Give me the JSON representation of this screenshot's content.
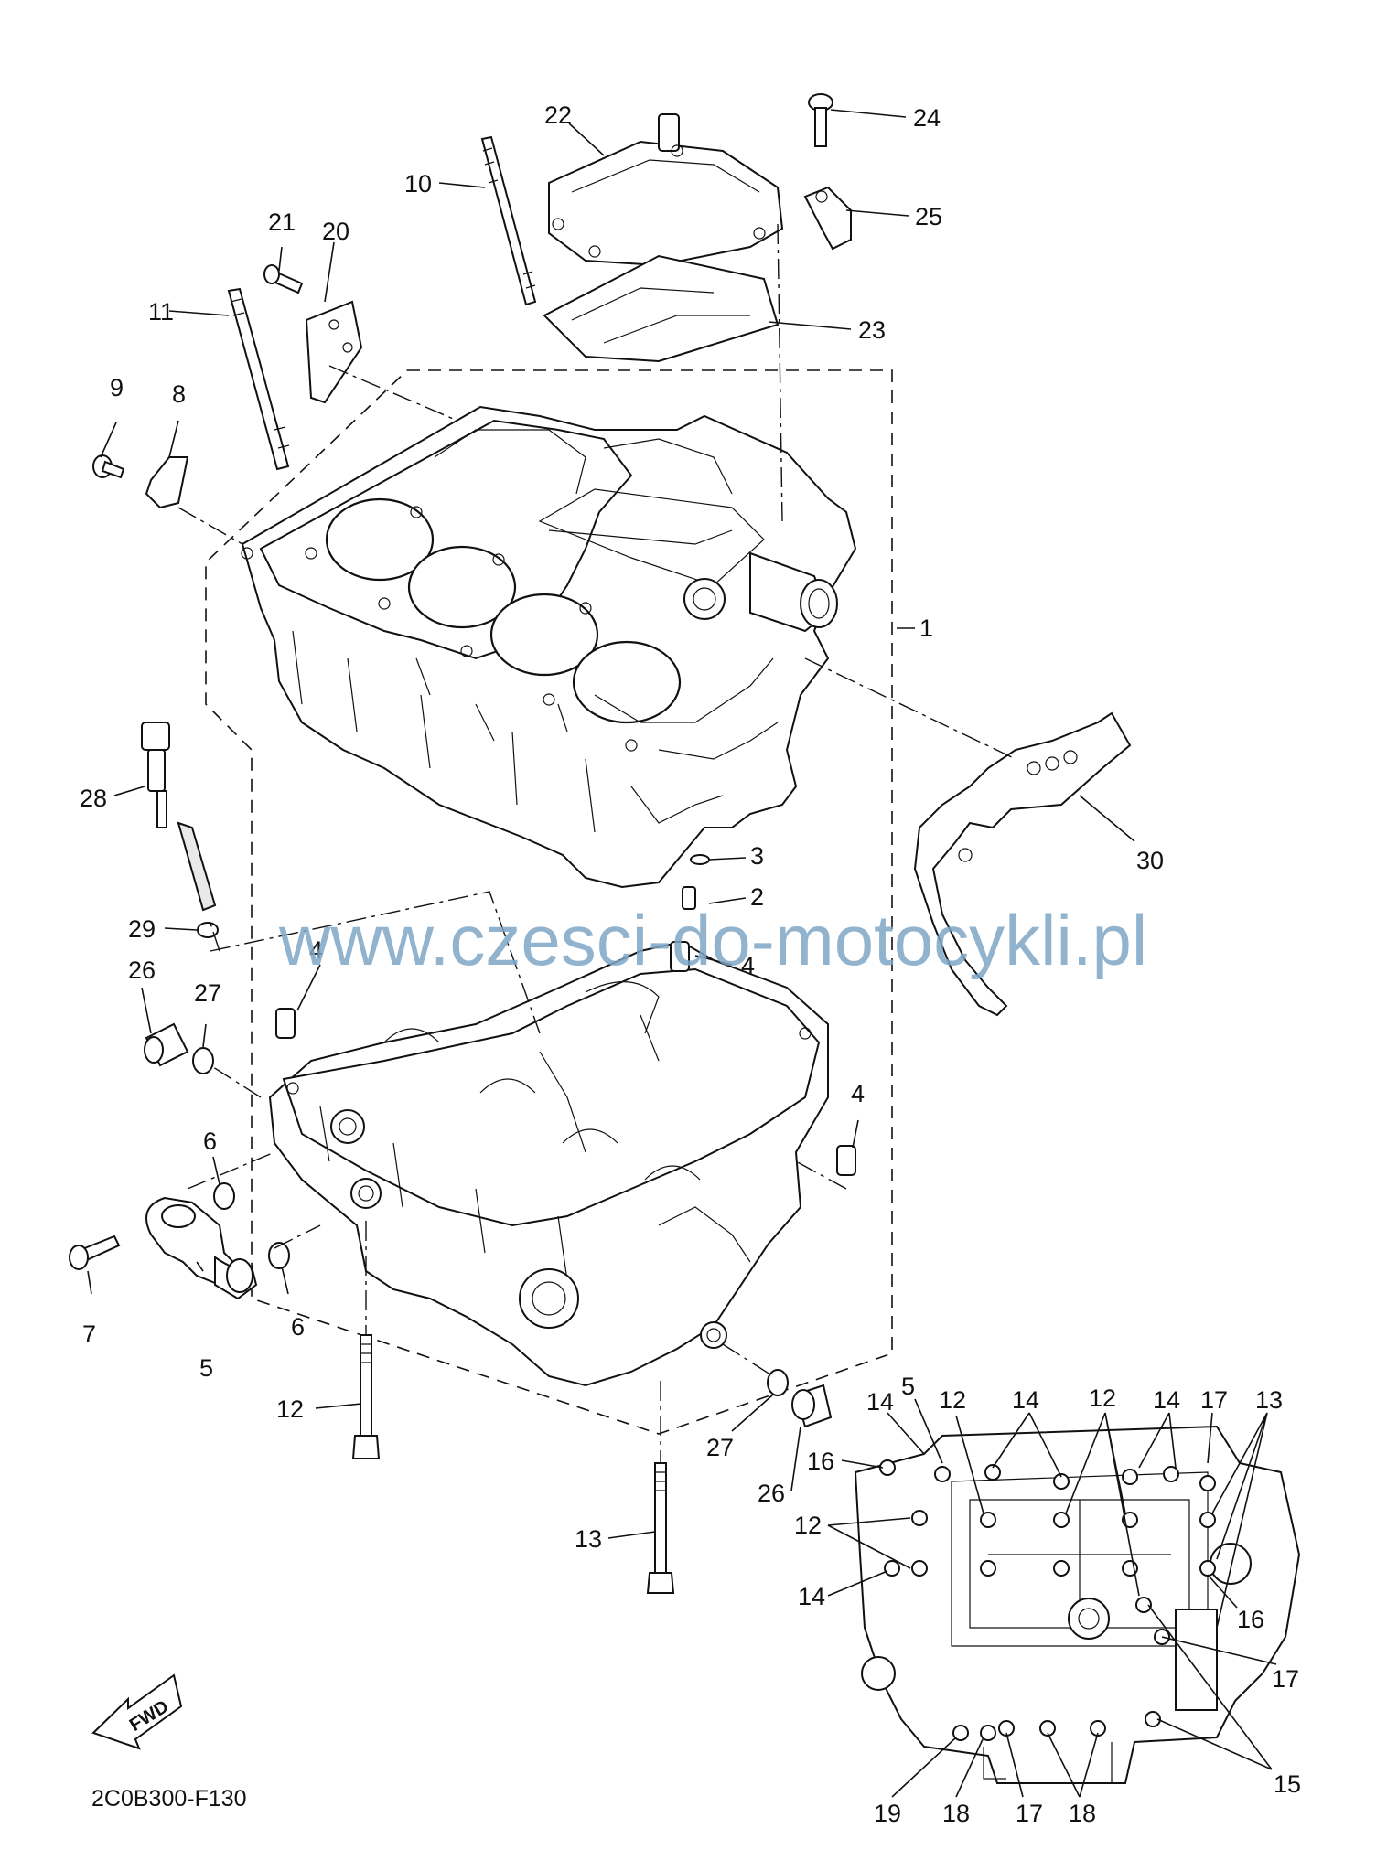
{
  "diagram": {
    "watermark": "www.czesci-do-motocykli.pl",
    "code": "2C0B300-F130",
    "fwd_label": "FWD",
    "callouts": {
      "c1": "1",
      "c2": "2",
      "c3": "3",
      "c4a": "4",
      "c4b": "4",
      "c4c": "4",
      "c5": "5",
      "c6a": "6",
      "c6b": "6",
      "c7": "7",
      "c8": "8",
      "c9": "9",
      "c10": "10",
      "c11": "11",
      "c12": "12",
      "c13": "13",
      "c20": "20",
      "c21": "21",
      "c22": "22",
      "c23": "23",
      "c24": "24",
      "c25": "25",
      "c26a": "26",
      "c26b": "26",
      "c27a": "27",
      "c27b": "27",
      "c28": "28",
      "c29": "29",
      "c30": "30"
    },
    "inset_callouts": {
      "i5": "5",
      "i14a": "14",
      "i12a": "12",
      "i14b": "14",
      "i12b": "12",
      "i14c": "14",
      "i17a": "17",
      "i13": "13",
      "i16a": "16",
      "i12c": "12",
      "i14d": "14",
      "i16b": "16",
      "i17b": "17",
      "i15": "15",
      "i19": "19",
      "i18a": "18",
      "i17c": "17",
      "i18b": "18"
    }
  }
}
